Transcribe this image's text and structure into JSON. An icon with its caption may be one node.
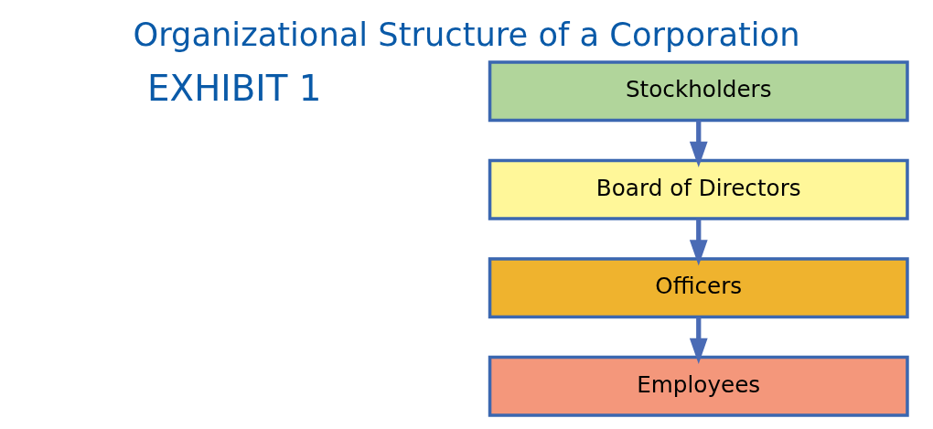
{
  "diagram": {
    "title": "Organizational Structure of a Corporation",
    "nodes": [
      {
        "text": [
          "Stockholders"
        ]
      },
      {
        "text": [
          "Board of Directors"
        ]
      },
      {
        "text": [
          "Officers"
        ]
      },
      {
        "text": [
          "Employees"
        ]
      }
    ],
    "edges": [
      {
        "from": 0,
        "to": 1,
        "arrow": "to"
      },
      {
        "from": 1,
        "to": 2,
        "arrow": "to"
      },
      {
        "from": 2,
        "to": 3,
        "arrow": "to"
      }
    ],
    "labels": [
      "EXHIBIT 1"
    ]
  }
}
